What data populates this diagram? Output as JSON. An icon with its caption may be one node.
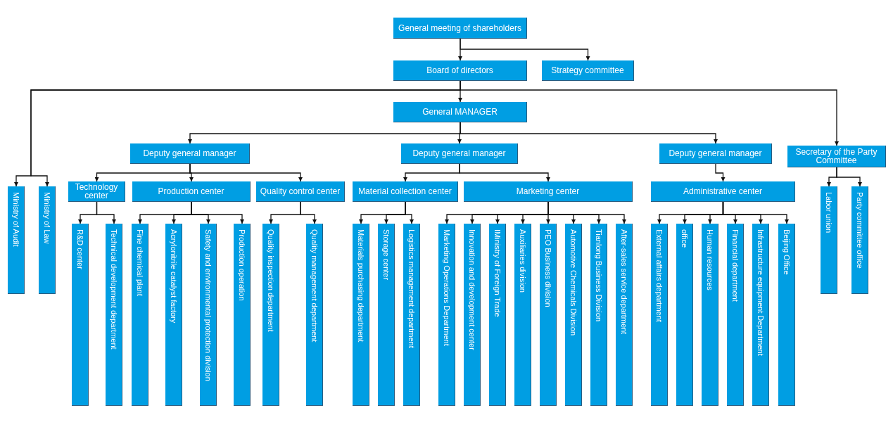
{
  "diagram": {
    "nodes": [
      {
        "text": [
          "General meeting of shareholders"
        ]
      },
      {
        "text": [
          "Board of directors"
        ]
      },
      {
        "text": [
          "Strategy committee"
        ]
      },
      {
        "text": [
          "General MANAGER"
        ]
      },
      {
        "text": [
          "Deputy general manager"
        ]
      },
      {
        "text": [
          "Deputy general manager"
        ]
      },
      {
        "text": [
          "Deputy general manager"
        ]
      },
      {
        "text": [
          "Secretary of the Party Committee"
        ]
      },
      {
        "text": [
          "Ministry of Audit"
        ]
      },
      {
        "text": [
          "Ministry of Law"
        ]
      },
      {
        "text": [
          "Technology center"
        ]
      },
      {
        "text": [
          "Production center"
        ]
      },
      {
        "text": [
          "Quality control center"
        ]
      },
      {
        "text": [
          "Material collection center"
        ]
      },
      {
        "text": [
          "Marketing center"
        ]
      },
      {
        "text": [
          "Administrative center"
        ]
      },
      {
        "text": [
          "Labor union"
        ]
      },
      {
        "text": [
          "Party committee office"
        ]
      },
      {
        "text": [
          "R&D center"
        ]
      },
      {
        "text": [
          "Technical development department"
        ]
      },
      {
        "text": [
          "Fine chemical plant"
        ]
      },
      {
        "text": [
          "Acrylonitrile catalyst factory"
        ]
      },
      {
        "text": [
          "Safety and environmental protection division"
        ]
      },
      {
        "text": [
          "Production operation"
        ]
      },
      {
        "text": [
          "Quality inspection department"
        ]
      },
      {
        "text": [
          "Quality management department"
        ]
      },
      {
        "text": [
          "Materials purchasing department"
        ]
      },
      {
        "text": [
          "Storage center"
        ]
      },
      {
        "text": [
          "Logistics management department"
        ]
      },
      {
        "text": [
          "Marketing Operations Department"
        ]
      },
      {
        "text": [
          "Innovation and development center"
        ]
      },
      {
        "text": [
          "IMinistry of Foreign Trade"
        ]
      },
      {
        "text": [
          "Auxiliaries division"
        ]
      },
      {
        "text": [
          "PEO Business division"
        ]
      },
      {
        "text": [
          "Automotive Chemicals Division"
        ]
      },
      {
        "text": [
          "Tianlong Business Division"
        ]
      },
      {
        "text": [
          "After-sales service department"
        ]
      },
      {
        "text": [
          "External affairs department"
        ]
      },
      {
        "text": [
          "office"
        ]
      },
      {
        "text": [
          "Human resources"
        ]
      },
      {
        "text": [
          "Financial department"
        ]
      },
      {
        "text": [
          "Infrastructure equipment Department"
        ]
      },
      {
        "text": [
          "Beijing Office"
        ]
      }
    ],
    "edges": [
      {
        "from": 0,
        "to": 1,
        "arrow": "to"
      },
      {
        "from": 0,
        "to": 2,
        "arrow": "to"
      },
      {
        "from": 1,
        "to": 3,
        "arrow": "to"
      },
      {
        "from": 1,
        "to": 8,
        "arrow": "to"
      },
      {
        "from": 1,
        "to": 9,
        "arrow": "to"
      },
      {
        "from": 1,
        "to": 7,
        "arrow": "to"
      },
      {
        "from": 3,
        "to": 4,
        "arrow": "to"
      },
      {
        "from": 3,
        "to": 5,
        "arrow": "to"
      },
      {
        "from": 3,
        "to": 6,
        "arrow": "to"
      },
      {
        "from": 4,
        "to": 10,
        "arrow": "to"
      },
      {
        "from": 4,
        "to": 11,
        "arrow": "to"
      },
      {
        "from": 4,
        "to": 12,
        "arrow": "to"
      },
      {
        "from": 5,
        "to": 13,
        "arrow": "to"
      },
      {
        "from": 5,
        "to": 14,
        "arrow": "to"
      },
      {
        "from": 6,
        "to": 15,
        "arrow": "to"
      },
      {
        "from": 7,
        "to": 16,
        "arrow": "to"
      },
      {
        "from": 7,
        "to": 17,
        "arrow": "to"
      },
      {
        "from": 10,
        "to": 18,
        "arrow": "to"
      },
      {
        "from": 10,
        "to": 19,
        "arrow": "to"
      },
      {
        "from": 11,
        "to": 20,
        "arrow": "to"
      },
      {
        "from": 11,
        "to": 21,
        "arrow": "to"
      },
      {
        "from": 11,
        "to": 22,
        "arrow": "to"
      },
      {
        "from": 11,
        "to": 23,
        "arrow": "to"
      },
      {
        "from": 12,
        "to": 24,
        "arrow": "to"
      },
      {
        "from": 12,
        "to": 25,
        "arrow": "to"
      },
      {
        "from": 13,
        "to": 26,
        "arrow": "to"
      },
      {
        "from": 13,
        "to": 27,
        "arrow": "to"
      },
      {
        "from": 13,
        "to": 28,
        "arrow": "to"
      },
      {
        "from": 14,
        "to": 29,
        "arrow": "to"
      },
      {
        "from": 14,
        "to": 30,
        "arrow": "to"
      },
      {
        "from": 14,
        "to": 31,
        "arrow": "to"
      },
      {
        "from": 14,
        "to": 32,
        "arrow": "to"
      },
      {
        "from": 14,
        "to": 33,
        "arrow": "to"
      },
      {
        "from": 14,
        "to": 34,
        "arrow": "to"
      },
      {
        "from": 14,
        "to": 35,
        "arrow": "to"
      },
      {
        "from": 14,
        "to": 36,
        "arrow": "to"
      },
      {
        "from": 15,
        "to": 37,
        "arrow": "to"
      },
      {
        "from": 15,
        "to": 38,
        "arrow": "to"
      },
      {
        "from": 15,
        "to": 39,
        "arrow": "to"
      },
      {
        "from": 15,
        "to": 40,
        "arrow": "to"
      },
      {
        "from": 15,
        "to": 41,
        "arrow": "to"
      },
      {
        "from": 15,
        "to": 42,
        "arrow": "to"
      }
    ]
  }
}
